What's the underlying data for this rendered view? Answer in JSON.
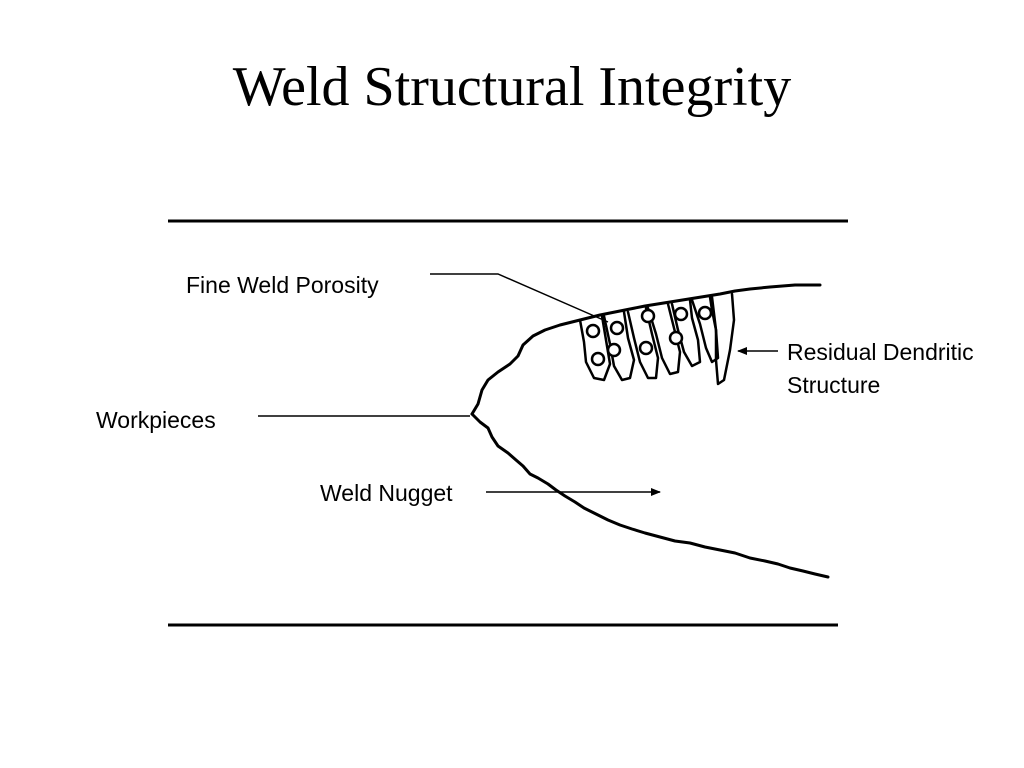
{
  "title": "Weld Structural Integrity",
  "labels": {
    "fine_weld_porosity": "Fine Weld Porosity",
    "workpieces": "Workpieces",
    "weld_nugget": "Weld Nugget",
    "residual_dendritic_line1": "Residual Dendritic",
    "residual_dendritic_line2": "Structure"
  },
  "colors": {
    "ink": "#000000",
    "background": "#ffffff"
  }
}
